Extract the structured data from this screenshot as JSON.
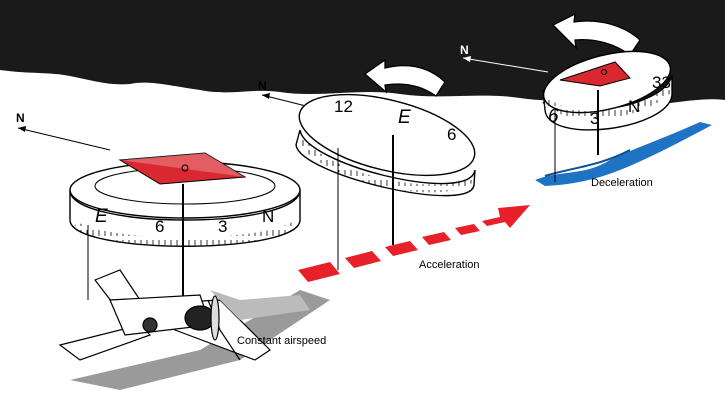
{
  "colors": {
    "sky": "#1a1a1a",
    "card": "#d9282f",
    "arrow_red": "#e8202a",
    "water": "#1f73c4",
    "shadow": "#9a9a9a"
  },
  "labels": {
    "constant": "Constant airspeed",
    "acceleration": "Acceleration",
    "deceleration": "Deceleration"
  },
  "north": "N",
  "compass_constant": {
    "e": "E",
    "six": "6",
    "three": "3",
    "n": "N"
  },
  "compass_accel": {
    "twelve": "12",
    "e": "E",
    "six": "6"
  },
  "compass_decel": {
    "six": "6",
    "three": "3",
    "n": "N",
    "thirtythree": "33"
  }
}
